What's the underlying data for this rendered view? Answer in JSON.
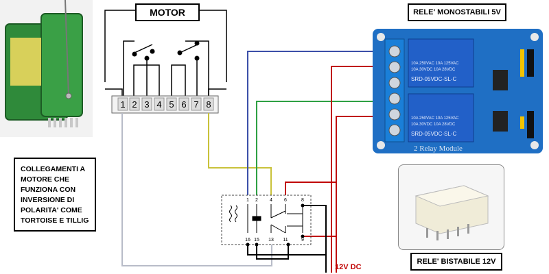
{
  "motor": {
    "title": "MOTOR",
    "terminals": [
      "1",
      "2",
      "3",
      "4",
      "5",
      "6",
      "7",
      "8"
    ]
  },
  "relay_board": {
    "title": "RELE' MONOSTABILI 5V",
    "module_label": "2 Relay Module",
    "relay_model": "SRD-05VDC-SL-C",
    "rating_line1": "10A 250VAC  10A 125VAC",
    "rating_line2": "10A  30VDC  10A  28VDC"
  },
  "bistable_relay": {
    "title": "RELE' BISTABILE 12V"
  },
  "connector": {
    "top_pins": [
      "1",
      "2",
      "4",
      "6",
      "8"
    ],
    "bottom_pins": [
      "16",
      "15",
      "13",
      "11",
      "9"
    ]
  },
  "power": {
    "label": "12V DC"
  },
  "note": {
    "text": "COLLEGAMENTI A MOTORE CHE FUNZIONA CON INVERSIONE DI POLARITA' COME TORTOISE E TILLIG"
  },
  "colors": {
    "wire_blue": "#3b4fa8",
    "wire_red": "#c00000",
    "wire_green": "#2ea043",
    "wire_yellow": "#c9c23a",
    "wire_grey": "#b8bcc8",
    "wire_black": "#000000",
    "board_blue": "#1f6fc4",
    "relay_blue": "#2260c8"
  }
}
